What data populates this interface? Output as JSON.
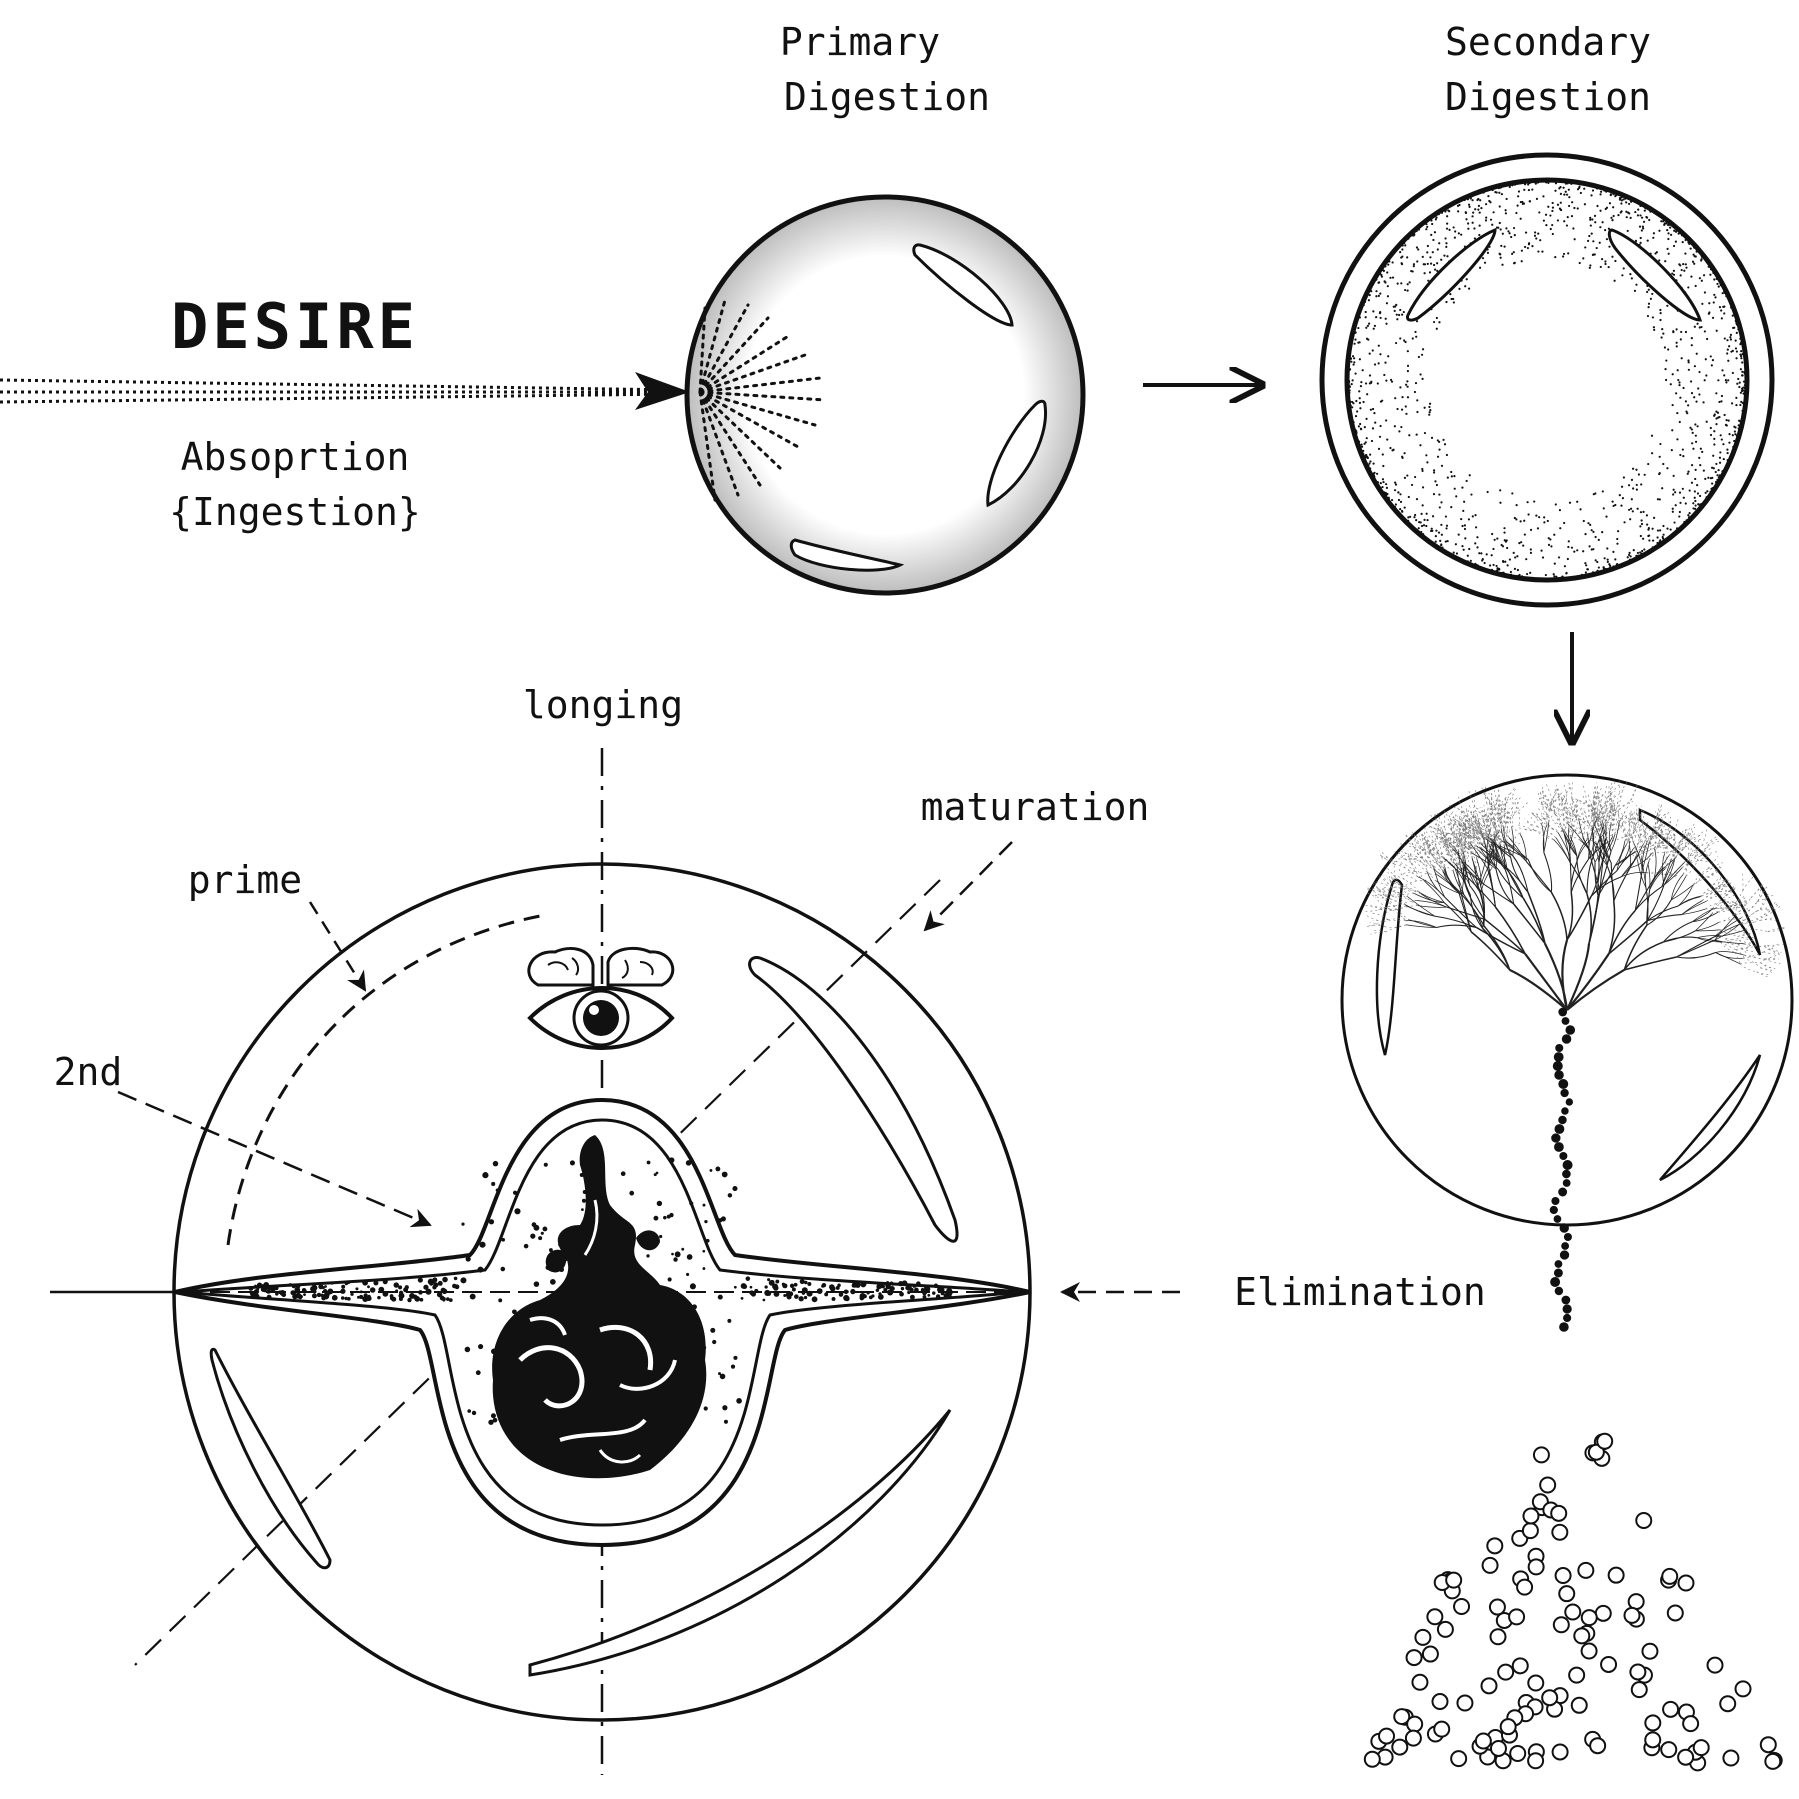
{
  "labels": {
    "desire": "DESIRE",
    "absorption": "Absoprtion",
    "ingestion": "{Ingestion}",
    "primary_line1": "Primary",
    "primary_line2": "Digestion",
    "secondary_line1": "Secondary",
    "secondary_line2": "Digestion",
    "longing": "longing",
    "maturation": "maturation",
    "prime": "prime",
    "second": "2nd",
    "elimination": "Elimination"
  },
  "colors": {
    "ink": "#111111",
    "paper": "#ffffff"
  }
}
